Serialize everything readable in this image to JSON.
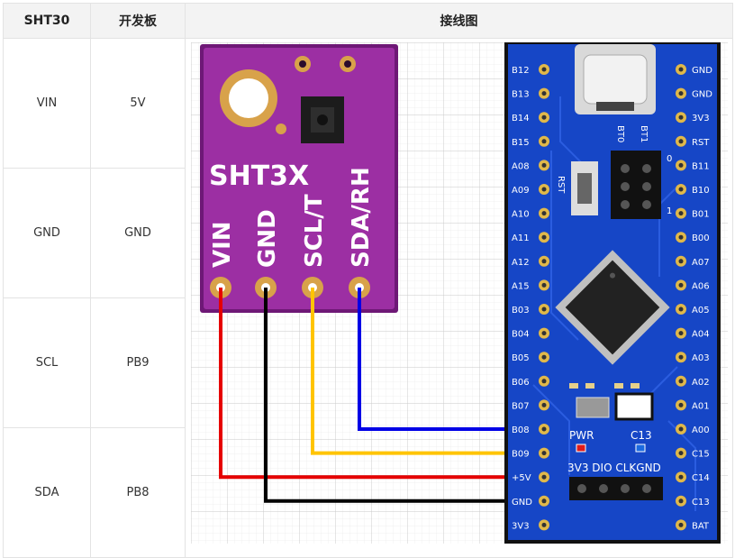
{
  "table": {
    "headers": [
      "SHT30",
      "开发板",
      "接线图"
    ],
    "rows": [
      {
        "sht30": "VIN",
        "board": "5V"
      },
      {
        "sht30": "GND",
        "board": "GND"
      },
      {
        "sht30": "SCL",
        "board": "PB9"
      },
      {
        "sht30": "SDA",
        "board": "PB8"
      }
    ]
  },
  "sensor": {
    "silkscreen": "SHT3X",
    "pins": [
      "VIN",
      "GND",
      "SCL/T",
      "SDA/RH"
    ]
  },
  "board": {
    "left_pins": [
      "B12",
      "B13",
      "B14",
      "B15",
      "A08",
      "A09",
      "A10",
      "A11",
      "A12",
      "A15",
      "B03",
      "B04",
      "B05",
      "B06",
      "B07",
      "B08",
      "B09",
      "+5V",
      "GND",
      "3V3"
    ],
    "right_pins": [
      "GND",
      "GND",
      "3V3",
      "RST",
      "B11",
      "B10",
      "B01",
      "B00",
      "A07",
      "A06",
      "A05",
      "A04",
      "A03",
      "A02",
      "A01",
      "A00",
      "C15",
      "C14",
      "C13",
      "BAT"
    ],
    "labels": {
      "boot0": "BT0",
      "boot1": "BT1",
      "rst": "RST",
      "jumper_0": "0",
      "jumper_1": "1",
      "pwr": "PWR",
      "c13": "C13",
      "swd": "3V3 DIO CLKGND"
    }
  },
  "wires": [
    {
      "from": "VIN",
      "to": "+5V",
      "color": "#e60000"
    },
    {
      "from": "GND",
      "to": "GND",
      "color": "#000000"
    },
    {
      "from": "SCL/T",
      "to": "B09",
      "color": "#ffc400"
    },
    {
      "from": "SDA/RH",
      "to": "B08",
      "color": "#0000e6"
    }
  ],
  "colors": {
    "sensor_board": "#9c2fa3",
    "board_blue": "#1646c6",
    "grid": "#d4d4d4"
  }
}
